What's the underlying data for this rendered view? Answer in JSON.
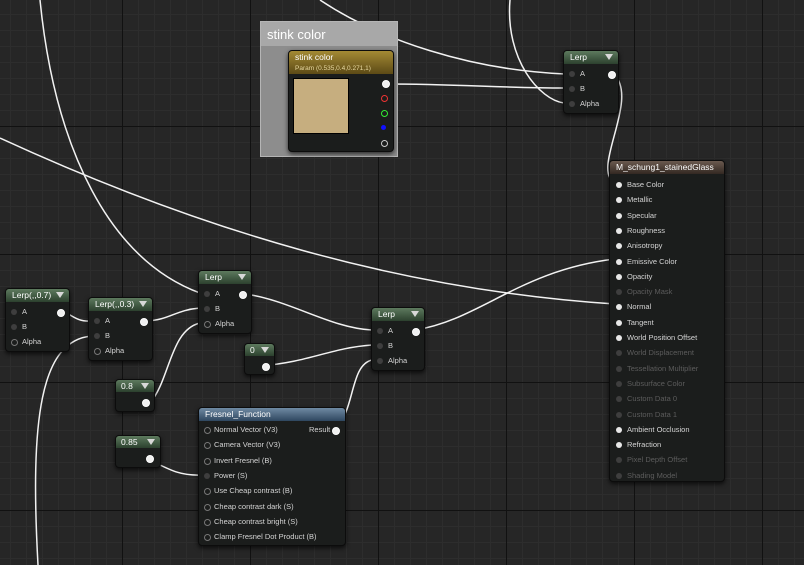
{
  "comment": {
    "title": "stink color"
  },
  "param_node": {
    "title": "stink color",
    "subtitle": "Param (0.535,0.4,0.271,1)",
    "swatch_color": "#c6ae7f"
  },
  "lerp_top": {
    "title": "Lerp",
    "pins": [
      "A",
      "B",
      "Alpha"
    ]
  },
  "lerp_mid": {
    "title": "Lerp",
    "pins": [
      "A",
      "B",
      "Alpha"
    ]
  },
  "lerp_right": {
    "title": "Lerp",
    "pins": [
      "A",
      "B",
      "Alpha"
    ]
  },
  "lerp_07": {
    "title": "Lerp(,,0.7)",
    "pins": [
      "A",
      "B",
      "Alpha"
    ]
  },
  "lerp_03": {
    "title": "Lerp(,,0.3)",
    "pins": [
      "A",
      "B",
      "Alpha"
    ]
  },
  "const_08": {
    "value": "0.8"
  },
  "const_0": {
    "value": "0"
  },
  "const_085": {
    "value": "0.85"
  },
  "fresnel": {
    "title": "Fresnel_Function",
    "output": "Result",
    "inputs": [
      "Normal Vector (V3)",
      "Camera Vector (V3)",
      "Invert Fresnel (B)",
      "Power (S)",
      "Use Cheap contrast (B)",
      "Cheap contrast dark (S)",
      "Cheap contrast bright (S)",
      "Clamp Fresnel Dot Product (B)"
    ]
  },
  "material": {
    "title": "M_schung1_stainedGlass",
    "pins": [
      "Base Color",
      "Metallic",
      "Specular",
      "Roughness",
      "Anisotropy",
      "Emissive Color",
      "Opacity",
      "Opacity Mask",
      "Normal",
      "Tangent",
      "World Position Offset",
      "World Displacement",
      "Tessellation Multiplier",
      "Subsurface Color",
      "Custom Data 0",
      "Custom Data 1",
      "Ambient Occlusion",
      "Refraction",
      "Pixel Depth Offset",
      "Shading Model"
    ],
    "active": [
      true,
      true,
      true,
      true,
      true,
      true,
      true,
      false,
      true,
      true,
      true,
      false,
      false,
      false,
      false,
      false,
      true,
      true,
      false,
      false
    ]
  }
}
